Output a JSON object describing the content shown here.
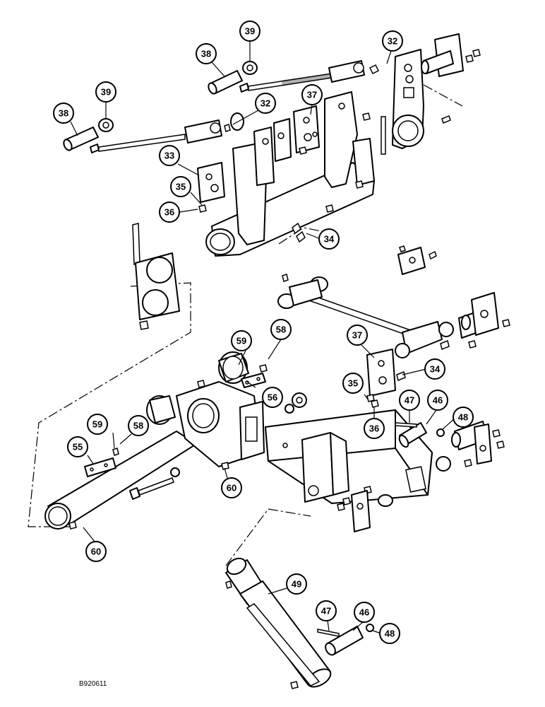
{
  "drawing_code": "B920611",
  "callouts": [
    {
      "id": "c39a",
      "label": "39"
    },
    {
      "id": "c38a",
      "label": "38"
    },
    {
      "id": "c32a",
      "label": "32"
    },
    {
      "id": "c39b",
      "label": "39"
    },
    {
      "id": "c38b",
      "label": "38"
    },
    {
      "id": "c32b",
      "label": "32"
    },
    {
      "id": "c37a",
      "label": "37"
    },
    {
      "id": "c33",
      "label": "33"
    },
    {
      "id": "c35a",
      "label": "35"
    },
    {
      "id": "c36a",
      "label": "36"
    },
    {
      "id": "c34a",
      "label": "34"
    },
    {
      "id": "c58a",
      "label": "58"
    },
    {
      "id": "c59a",
      "label": "59"
    },
    {
      "id": "c56",
      "label": "56"
    },
    {
      "id": "c37b",
      "label": "37"
    },
    {
      "id": "c34b",
      "label": "34"
    },
    {
      "id": "c35b",
      "label": "35"
    },
    {
      "id": "c36b",
      "label": "36"
    },
    {
      "id": "c47a",
      "label": "47"
    },
    {
      "id": "c46a",
      "label": "46"
    },
    {
      "id": "c48a",
      "label": "48"
    },
    {
      "id": "c59b",
      "label": "59"
    },
    {
      "id": "c58b",
      "label": "58"
    },
    {
      "id": "c55",
      "label": "55"
    },
    {
      "id": "c60a",
      "label": "60"
    },
    {
      "id": "c60b",
      "label": "60"
    },
    {
      "id": "c49",
      "label": "49"
    },
    {
      "id": "c47b",
      "label": "47"
    },
    {
      "id": "c46b",
      "label": "46"
    },
    {
      "id": "c48b",
      "label": "48"
    }
  ]
}
